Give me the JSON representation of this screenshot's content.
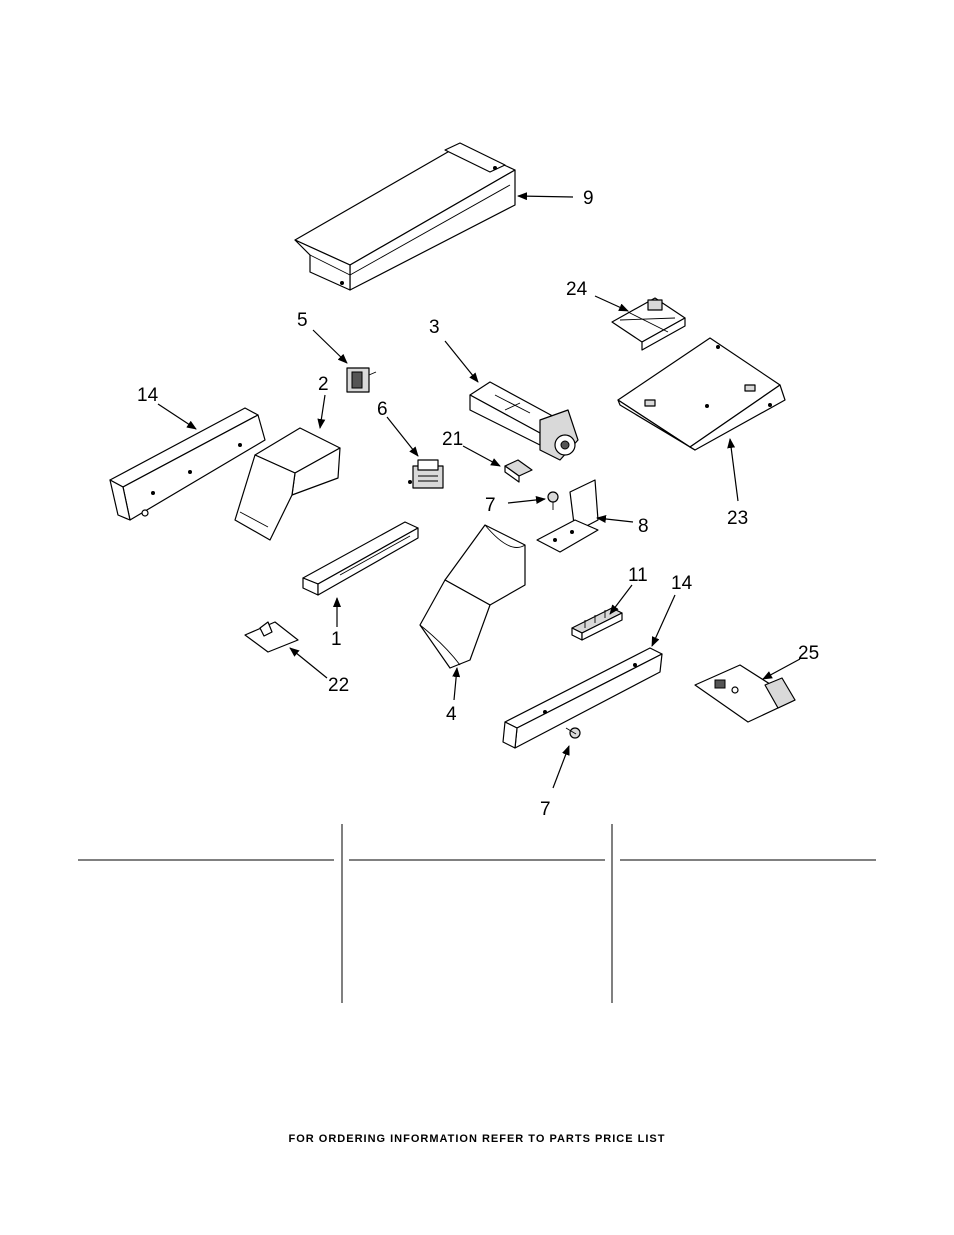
{
  "callouts": {
    "c9": "9",
    "c24": "24",
    "c5": "5",
    "c3": "3",
    "c14a": "14",
    "c2": "2",
    "c6": "6",
    "c21": "21",
    "c7a": "7",
    "c8": "8",
    "c23": "23",
    "c11": "11",
    "c14b": "14",
    "c25": "25",
    "c1": "1",
    "c22": "22",
    "c4": "4",
    "c7b": "7"
  },
  "footer": {
    "text": "FOR ORDERING INFORMATION REFER TO PARTS PRICE LIST"
  }
}
